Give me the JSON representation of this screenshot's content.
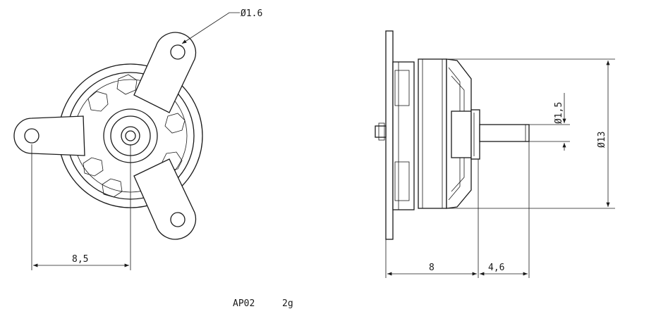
{
  "labels": {
    "hole_diameter": "Ø1.6",
    "bolt_spacing": "8,5",
    "shaft_diameter": "Ø1,5",
    "body_diameter": "Ø13",
    "body_length": "8",
    "shaft_length": "4,6"
  },
  "caption": {
    "model": "AP02",
    "weight": "2g"
  }
}
